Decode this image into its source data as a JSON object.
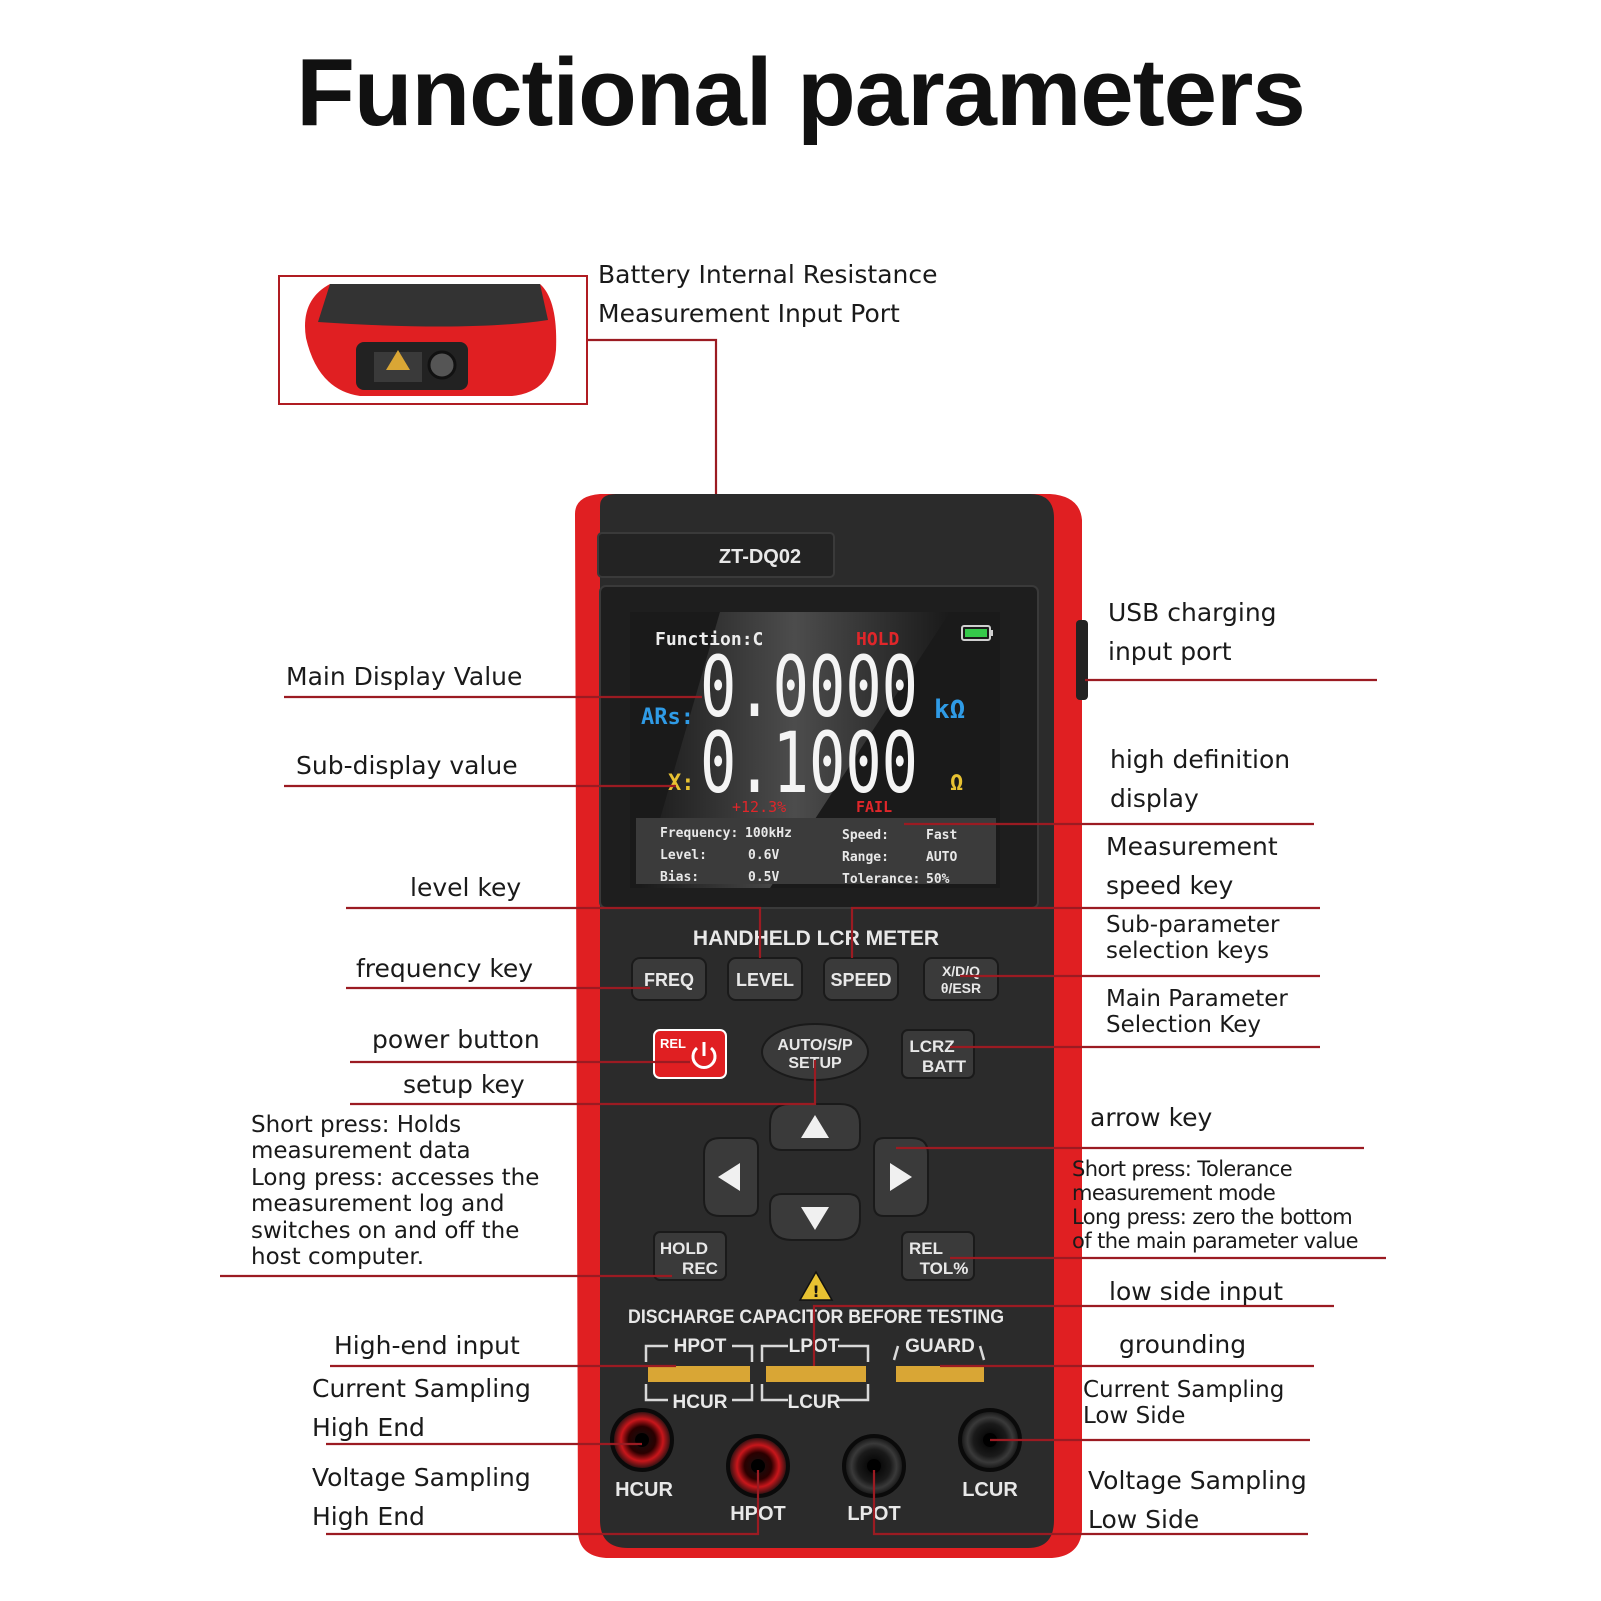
{
  "title": "Functional parameters",
  "device": {
    "model": "ZT-DQ02",
    "panel_title": "HANDHELD LCR METER",
    "warning": "DISCHARGE CAPACITOR BEFORE TESTING",
    "colors": {
      "body": "#e01f22",
      "panel": "#2b2b2b",
      "accent": "#d9a635",
      "leader": "#9b1b22"
    }
  },
  "screen": {
    "function": "Function:C",
    "hold": "HOLD",
    "main_label": "ARs:",
    "main_value": "0.0000",
    "main_unit": "kΩ",
    "sub_label": "X:",
    "sub_value": "0.1000",
    "sub_unit": "Ω",
    "tolerance_pct": "+12.3%",
    "fail": "FAIL",
    "info": {
      "frequency_label": "Frequency:",
      "frequency_value": "100kHz",
      "level_label": "Level:",
      "level_value": "0.6V",
      "bias_label": "Bias:",
      "bias_value": "0.5V",
      "speed_label": "Speed:",
      "speed_value": "Fast",
      "range_label": "Range:",
      "range_value": "AUTO",
      "tolerance_label": "Tolerance:",
      "tolerance_value": "50%"
    }
  },
  "keys": {
    "freq": "FREQ",
    "level": "LEVEL",
    "speed": "SPEED",
    "xdq_1": "X/D/Q",
    "xdq_2": "θ/ESR",
    "rel_power": "REL",
    "auto_1": "AUTO/S/P",
    "auto_2": "SETUP",
    "lcrz_1": "LCRZ",
    "lcrz_2": "BATT",
    "hold_1": "HOLD",
    "hold_2": "REC",
    "rel_1": "REL",
    "rel_2": "TOL%"
  },
  "terminals": {
    "hpot_top": "HPOT",
    "lpot_top": "LPOT",
    "guard": "GUARD",
    "hcur_bottom": "HCUR",
    "lcur_bottom": "LCUR",
    "jack_hcur": "HCUR",
    "jack_hpot": "HPOT",
    "jack_lpot": "LPOT",
    "jack_lcur": "LCUR"
  },
  "callouts": {
    "battery_port": [
      "Battery Internal Resistance",
      "Measurement Input Port"
    ],
    "main_display": "Main Display Value",
    "sub_display": "Sub-display value",
    "level_key": "level key",
    "frequency_key": "frequency key",
    "power_button": "power button",
    "setup_key": "setup key",
    "hold_desc": [
      "Short press: Holds",
      "measurement data",
      "Long press: accesses the",
      "measurement log and",
      "switches on and off the",
      "host computer."
    ],
    "high_end_input": "High-end input",
    "current_high": [
      "Current Sampling",
      "High End"
    ],
    "voltage_high": [
      "Voltage Sampling",
      "High End"
    ],
    "usb_port": [
      "USB charging",
      "input port"
    ],
    "hd_display": [
      "high definition",
      "display"
    ],
    "speed_key": [
      "Measurement",
      "speed key"
    ],
    "sub_param": [
      "Sub-parameter",
      "selection keys"
    ],
    "main_param": [
      "Main Parameter",
      "Selection Key"
    ],
    "arrow_key": "arrow key",
    "tol_desc": [
      "Short press: Tolerance",
      "measurement mode",
      "Long press: zero the bottom",
      "of the main parameter value"
    ],
    "low_side_input": "low side input",
    "grounding": "grounding",
    "current_low": [
      "Current Sampling",
      "Low Side"
    ],
    "voltage_low": [
      "Voltage Sampling",
      "Low Side"
    ]
  }
}
